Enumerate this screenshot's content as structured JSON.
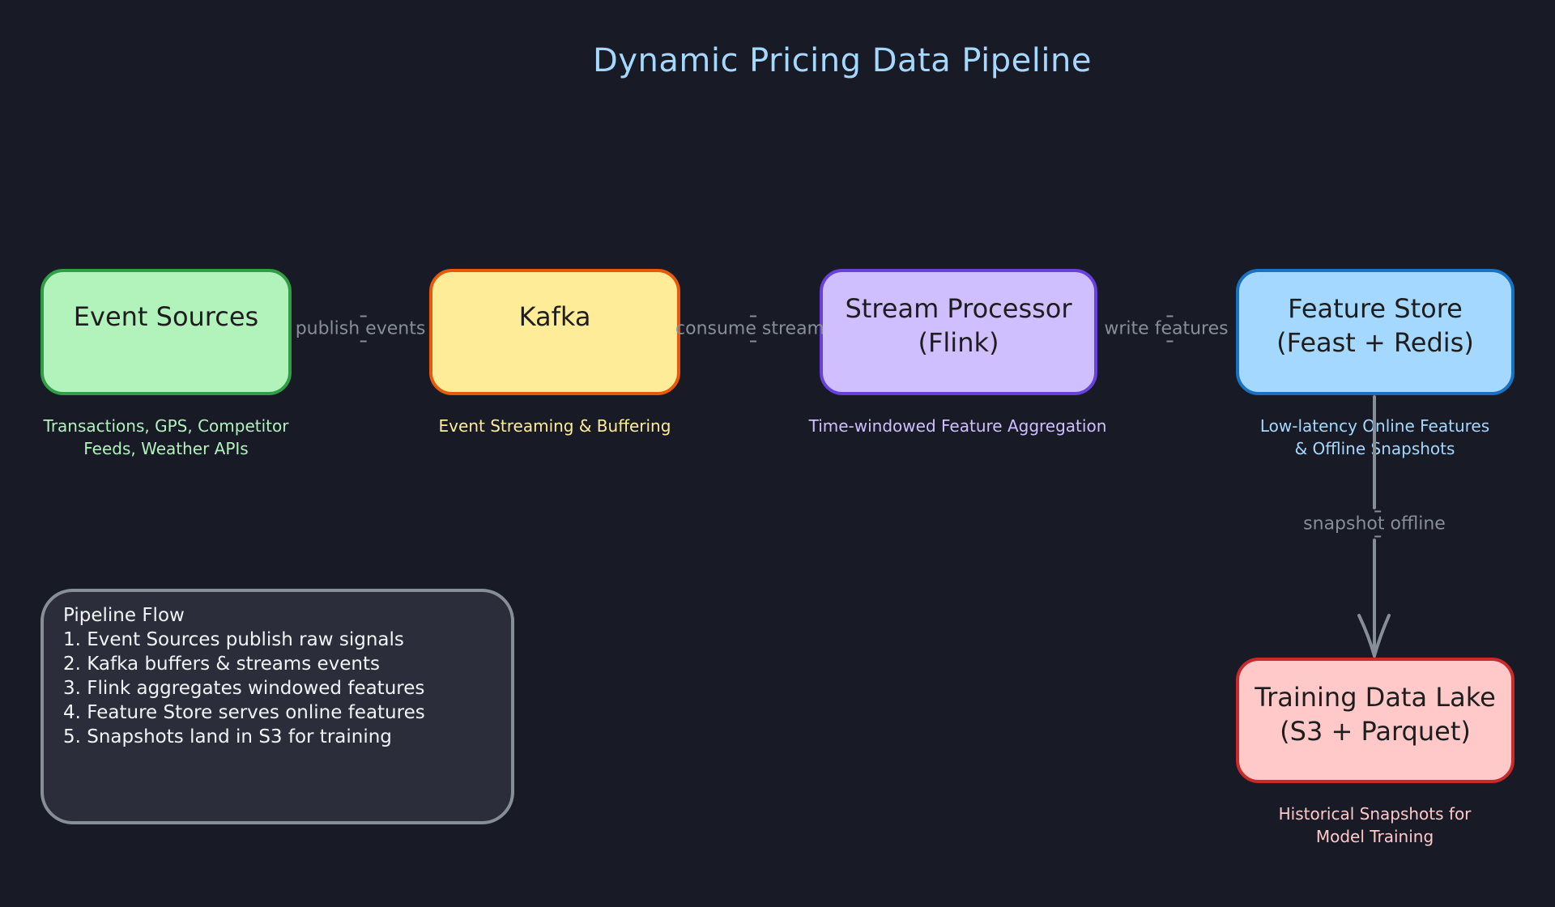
{
  "title": "Dynamic Pricing Data Pipeline",
  "colors": {
    "background": "#181a26",
    "title": "#a5d8ff",
    "edge": "#868e96"
  },
  "nodes": [
    {
      "id": "event-sources",
      "lines": [
        "Event Sources"
      ],
      "caption": [
        "Transactions, GPS, Competitor",
        "Feeds, Weather APIs"
      ],
      "fill": "#b2f2bb",
      "stroke": "#2f9e44",
      "caption_color": "#b2f2bb"
    },
    {
      "id": "kafka",
      "lines": [
        "Kafka"
      ],
      "caption": [
        "Event Streaming & Buffering"
      ],
      "fill": "#ffec99",
      "stroke": "#e8590c",
      "caption_color": "#ffec99"
    },
    {
      "id": "stream-processor",
      "lines": [
        "Stream Processor",
        "(Flink)"
      ],
      "caption": [
        "Time-windowed Feature Aggregation"
      ],
      "fill": "#d0bfff",
      "stroke": "#6741d9",
      "caption_color": "#d0bfff"
    },
    {
      "id": "feature-store",
      "lines": [
        "Feature Store",
        "(Feast + Redis)"
      ],
      "caption": [
        "Low-latency Online Features",
        "& Offline Snapshots"
      ],
      "fill": "#a5d8ff",
      "stroke": "#1971c2",
      "caption_color": "#a5d8ff"
    },
    {
      "id": "training-data-lake",
      "lines": [
        "Training Data Lake",
        "(S3 + Parquet)"
      ],
      "caption": [
        "Historical Snapshots for",
        "Model Training"
      ],
      "fill": "#ffc9c9",
      "stroke": "#c92a2a",
      "caption_color": "#ffc9c9"
    }
  ],
  "edges": [
    {
      "from": "event-sources",
      "to": "kafka",
      "label": "publish events"
    },
    {
      "from": "kafka",
      "to": "stream-processor",
      "label": "consume stream"
    },
    {
      "from": "stream-processor",
      "to": "feature-store",
      "label": "write features"
    },
    {
      "from": "feature-store",
      "to": "training-data-lake",
      "label": "snapshot offline"
    }
  ],
  "notes": {
    "title": "Pipeline Flow",
    "items": [
      "1. Event Sources publish raw signals",
      "2. Kafka buffers & streams events",
      "3. Flink aggregates windowed features",
      "4. Feature Store serves online features",
      "5. Snapshots land in S3 for training"
    ]
  }
}
